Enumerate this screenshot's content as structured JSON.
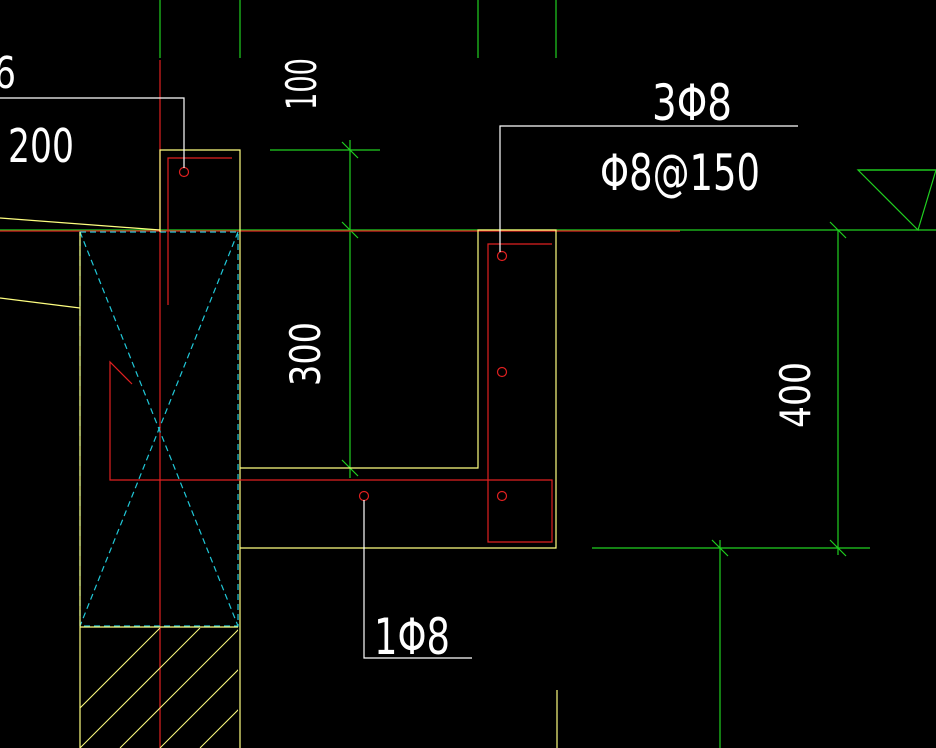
{
  "colors": {
    "background": "#000000",
    "concrete": "#ffff80",
    "rebar": "#e02020",
    "dimension": "#20d020",
    "hidden": "#20c8d8",
    "leader": "#ffffff"
  },
  "annotations": {
    "top_left_partial_1": "6",
    "top_left_partial_2": "200",
    "top_bars": "3Φ8",
    "stirrups": "Φ8@150",
    "bottom_bar": "1Φ8"
  },
  "dimensions": {
    "top_offset": "100",
    "beam_height": "300",
    "right_height": "400"
  },
  "symbols": {
    "level_marker": "level-triangle-icon",
    "hatch": "wall-hatch-pattern"
  }
}
